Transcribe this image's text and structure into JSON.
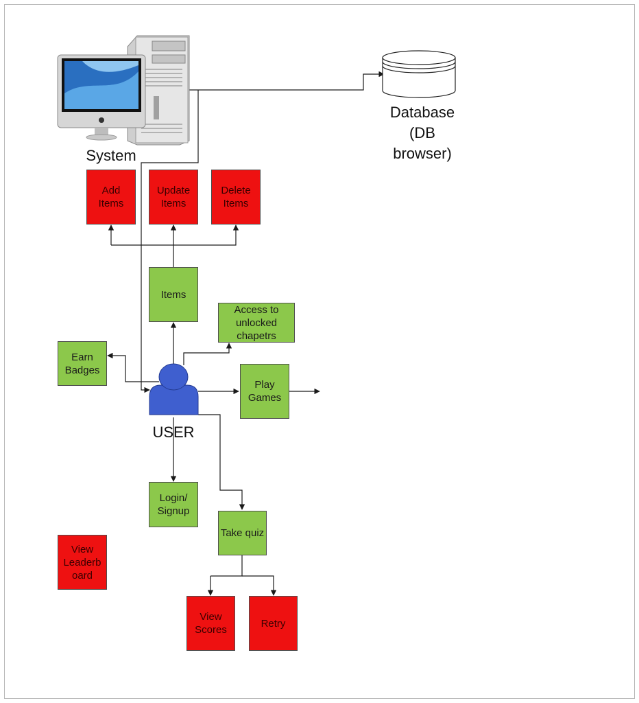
{
  "labels": {
    "system": "System",
    "database": "Database (DB browser)",
    "user": "USER"
  },
  "nodes": {
    "add_items": "Add Items",
    "update_items": "Update Items",
    "delete_items": "Delete Items",
    "items": "Items",
    "access_chapters": "Access to unlocked chapetrs",
    "earn_badges": "Earn Badges",
    "play_games": "Play Games",
    "login_signup": "Login/ Signup",
    "take_quiz": "Take quiz",
    "view_leaderboard": "View Leaderb oard",
    "view_scores": "View Scores",
    "retry": "Retry"
  },
  "colors": {
    "green": "#8cc84b",
    "red": "#ee1111",
    "user": "#3f5fcf",
    "line": "#1a1a1a"
  }
}
